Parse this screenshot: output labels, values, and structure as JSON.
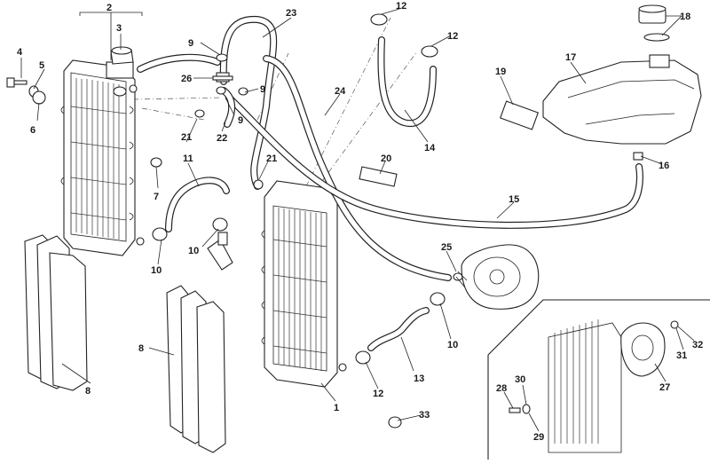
{
  "callouts": [
    "1",
    "2",
    "3",
    "4",
    "5",
    "6",
    "7",
    "8",
    "9",
    "9",
    "9",
    "10",
    "10",
    "10",
    "11",
    "12",
    "12",
    "12",
    "13",
    "14",
    "15",
    "16",
    "17",
    "18",
    "19",
    "20",
    "21",
    "21",
    "22",
    "23",
    "24",
    "25",
    "26",
    "27",
    "28",
    "29",
    "30",
    "31",
    "32",
    "33",
    "8"
  ]
}
